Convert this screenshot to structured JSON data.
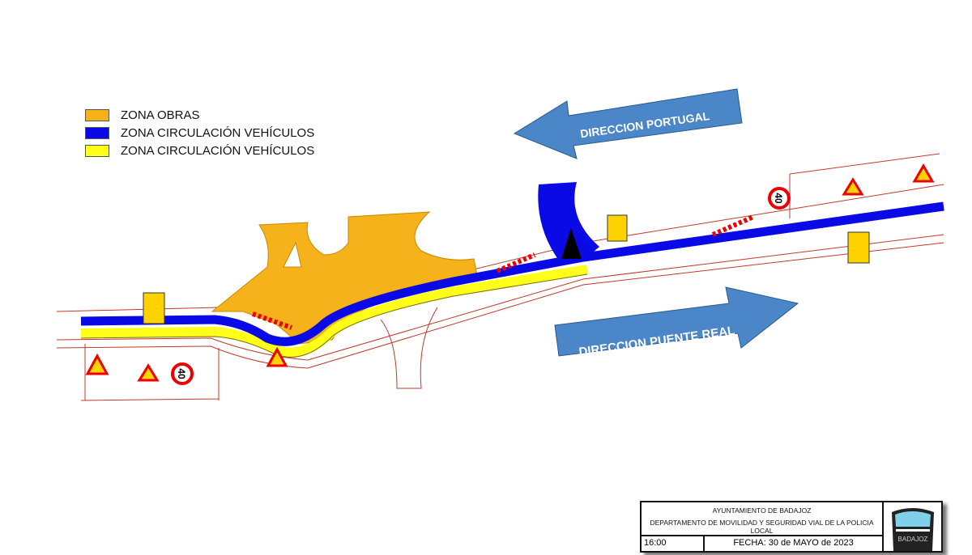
{
  "legend": [
    {
      "label": "ZONA OBRAS",
      "color": "#f5b21b"
    },
    {
      "label": "ZONA CIRCULACIÓN VEHÍCULOS",
      "color": "#0a0ae6"
    },
    {
      "label": "ZONA CIRCULACIÓN VEHÍCULOS",
      "color": "#ffff1a"
    }
  ],
  "arrows": {
    "portugal": "DIRECCION PORTUGAL",
    "puente_real": "DIRECCION PUENTE REAL",
    "color": "#4a86c8"
  },
  "signs": {
    "speed_limit": "40"
  },
  "title_block": {
    "line1": "AYUNTAMIENTO DE BADAJOZ",
    "line2": "DEPARTAMENTO DE  MOVILIDAD Y SEGURIDAD VIAL DE LA POLICIA LOCAL",
    "time": "16:00",
    "date": "FECHA: 30 de MAYO de 2023",
    "logo_text": "BADAJOZ"
  }
}
